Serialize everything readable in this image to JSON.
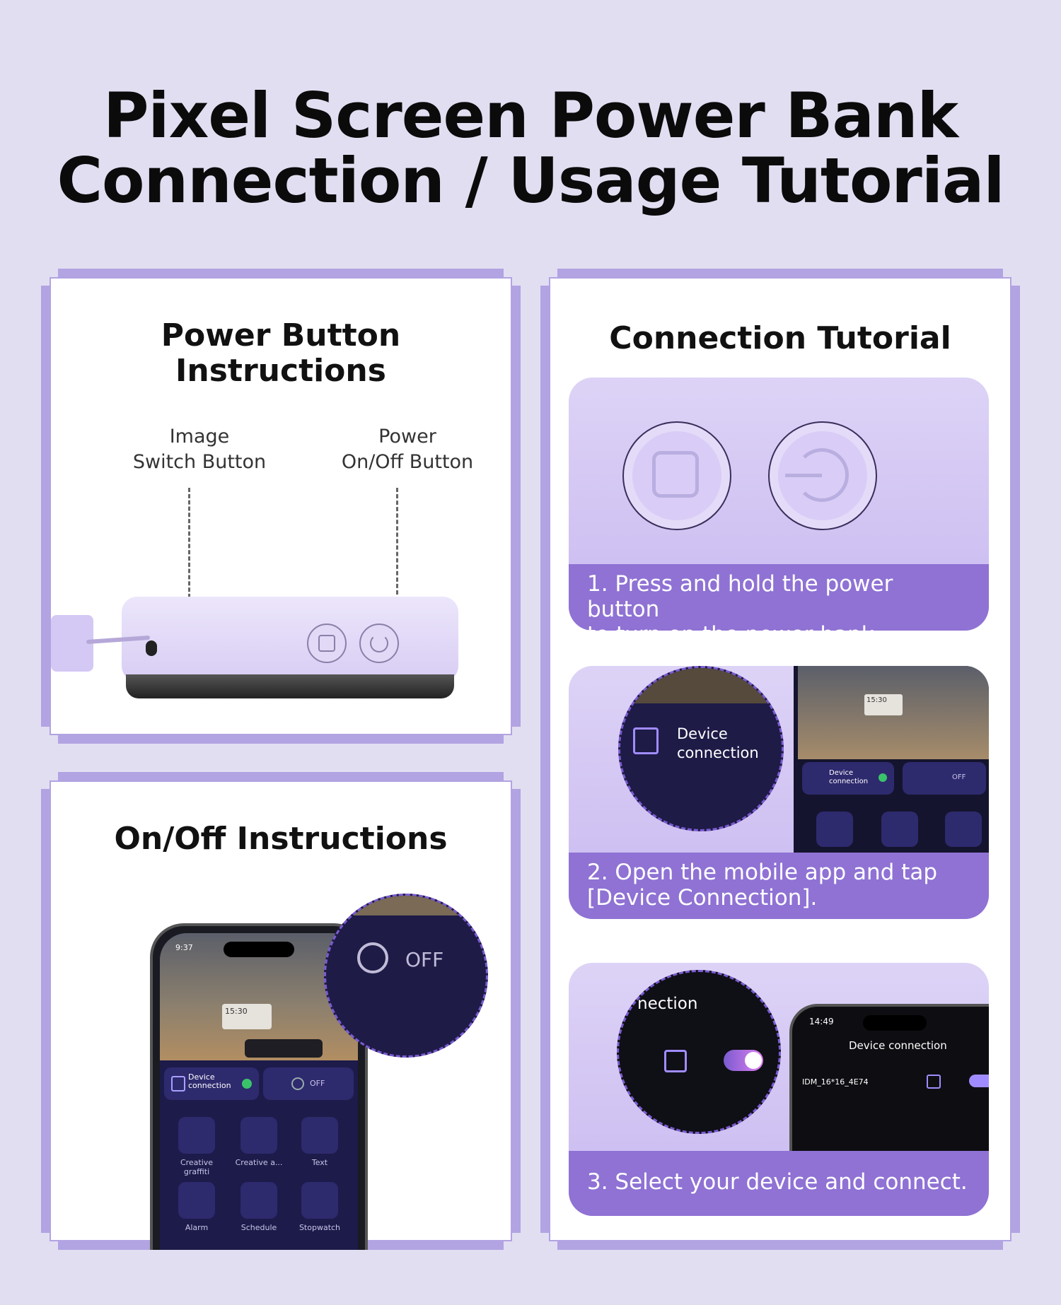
{
  "header": {
    "title_line1": "Pixel Screen Power Bank",
    "title_line2": "Connection / Usage Tutorial"
  },
  "power_card": {
    "title_line1": "Power Button",
    "title_line2": "Instructions",
    "image_label_line1": "Image",
    "image_label_line2": "Switch Button",
    "power_label_line1": "Power",
    "power_label_line2": "On/Off Button"
  },
  "onoff_card": {
    "title": "On/Off Instructions",
    "phone_time": "9:37",
    "bubble_off": "OFF",
    "device_connection_line1": "Device",
    "device_connection_line2": "connection",
    "off_label": "OFF",
    "clock_time": "15:30",
    "apps": [
      "Creative graffiti",
      "Creative a...",
      "Text",
      "Alarm",
      "Schedule",
      "Stopwatch"
    ]
  },
  "connection_card": {
    "title": "Connection Tutorial",
    "step1_line1": "1. Press and hold the power button",
    "step1_line2": "to turn on the power bank",
    "step2_line1": "2. Open the mobile app and tap",
    "step2_line2": "[Device Connection].",
    "step2_bubble_line1": "Device",
    "step2_bubble_line2": "connection",
    "step2_clock_time": "15:30",
    "step2_device_line1": "Device",
    "step2_device_line2": "connection",
    "step2_off": "OFF",
    "step3": "3. Select your device and connect.",
    "step3_bubble_text": "nection",
    "step3_phone_time": "14:49",
    "step3_header": "Device connection",
    "step3_device_id": "IDM_16*16_4E74"
  },
  "colors": {
    "background": "#e2def2",
    "frame": "#b2a3e2",
    "caption": "#8f72d4",
    "device": "#ddd3f6"
  }
}
